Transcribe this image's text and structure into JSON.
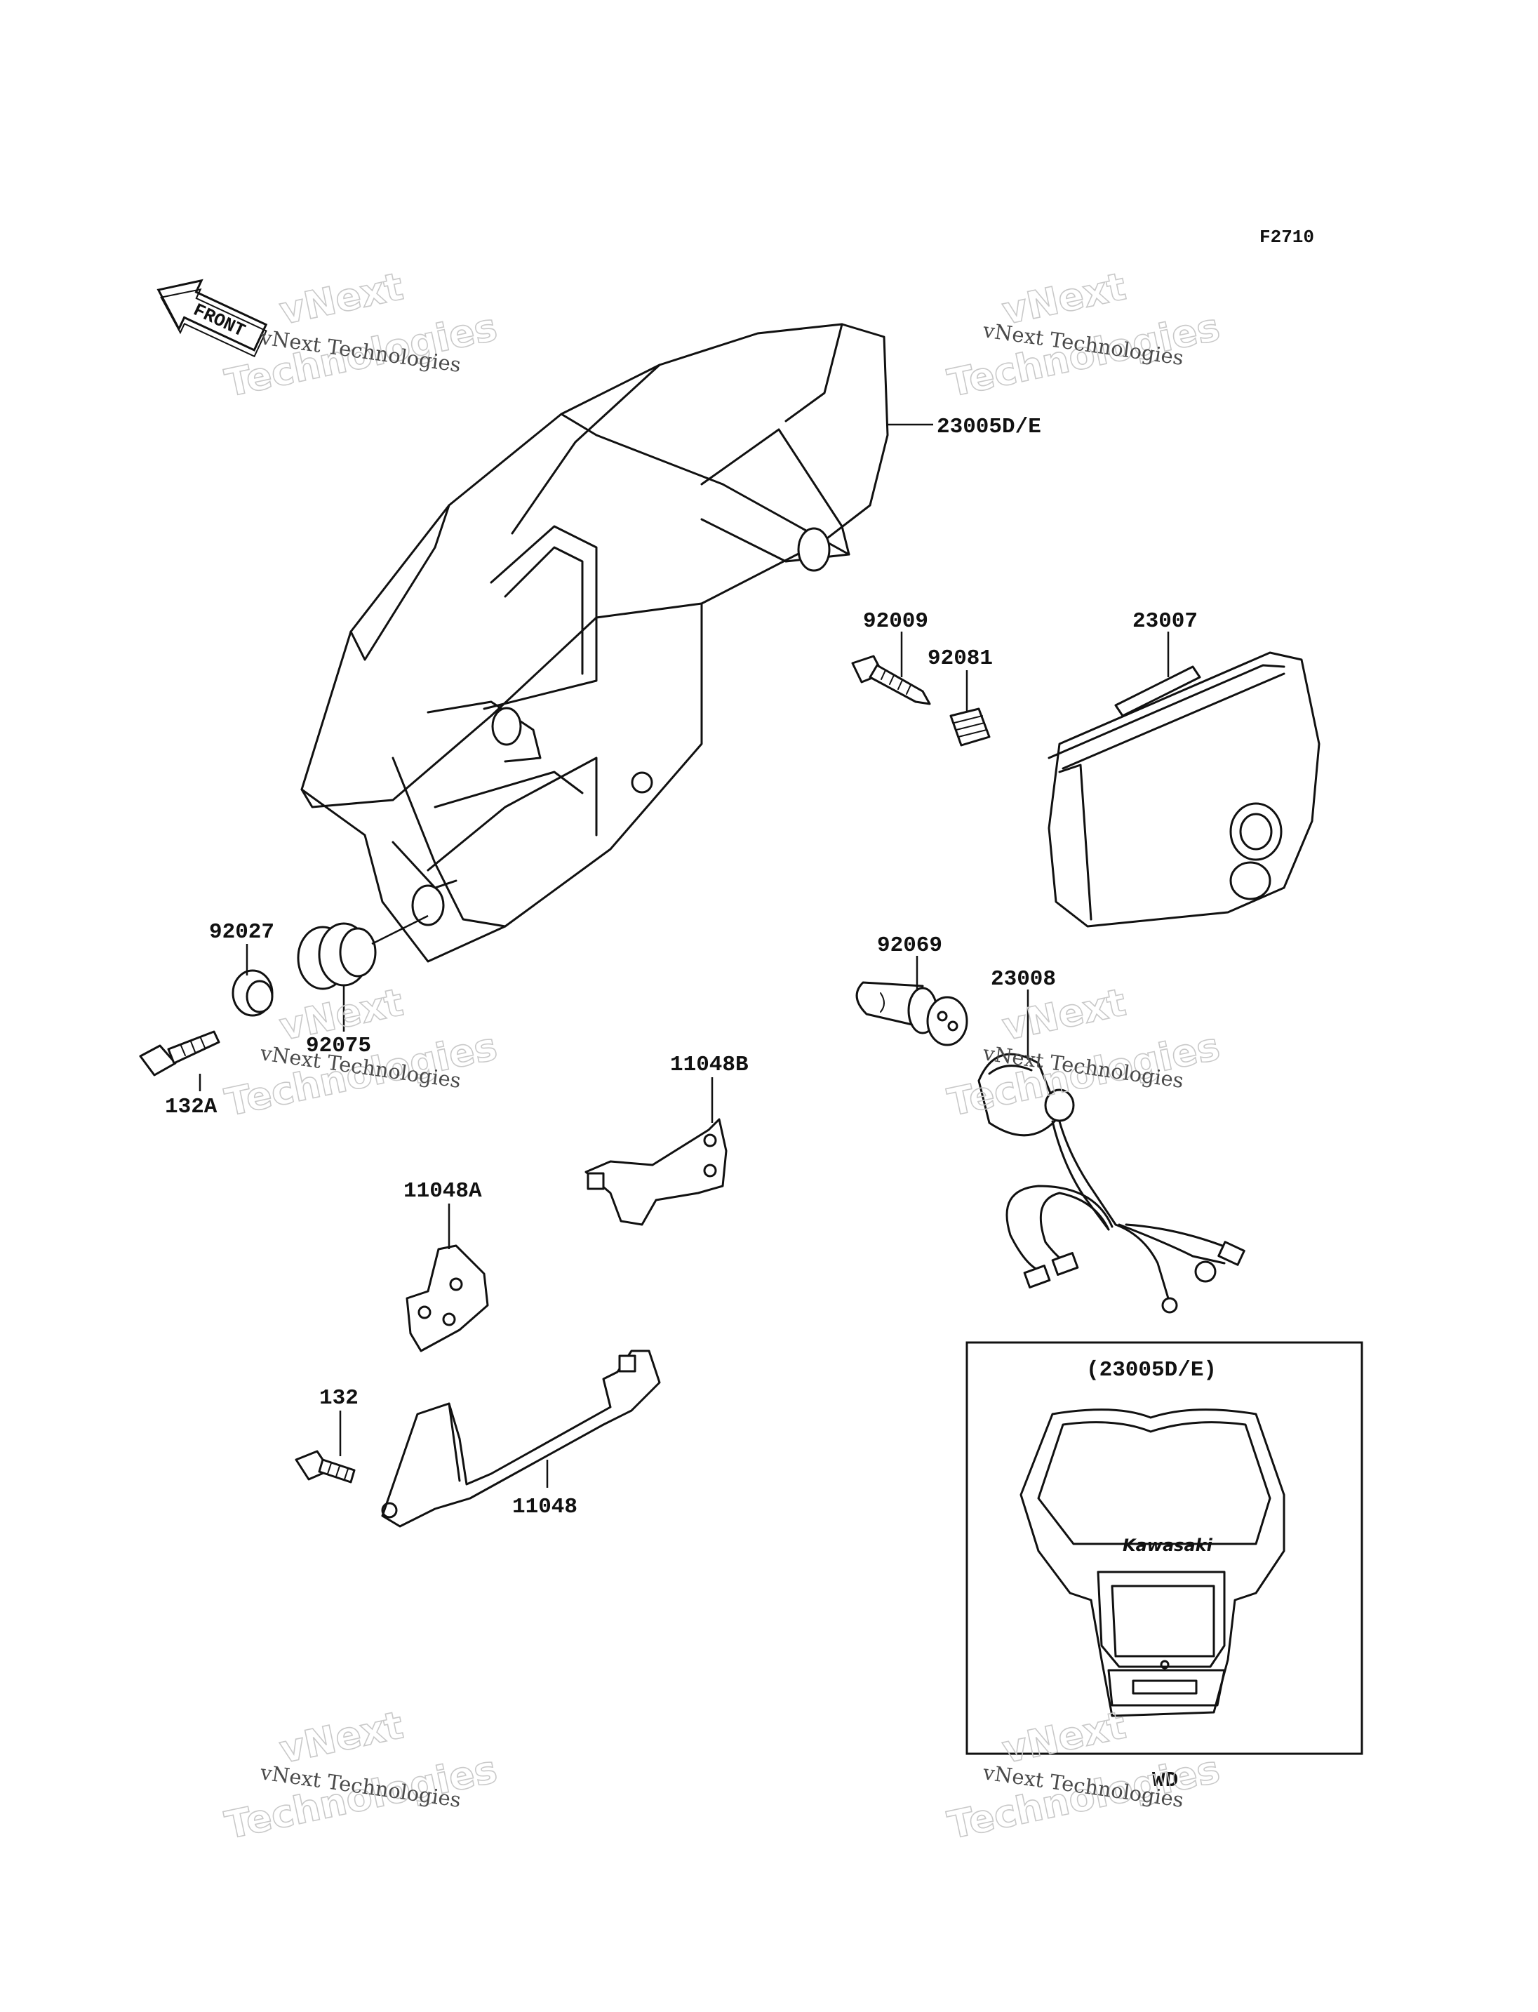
{
  "figure_code": "F2710",
  "front_arrow_label": "FRONT",
  "watermark": {
    "line1": "vNext Technologies",
    "line2a": "vNext",
    "line2b": "Technologies"
  },
  "parts": {
    "headlight_cover": "23005D/E",
    "headlight_unit": "23007",
    "socket": "23008",
    "bulb": "92069",
    "screw": "92009",
    "spring": "92081",
    "collar": "92027",
    "grommet": "92075",
    "bolt_132a": "132A",
    "bracket_11048b": "11048B",
    "bracket_11048a": "11048A",
    "bracket_11048": "11048",
    "bolt_132": "132"
  },
  "inset": {
    "title": "(23005D/E)",
    "brand": "Kawasaki",
    "caption": "WD"
  }
}
